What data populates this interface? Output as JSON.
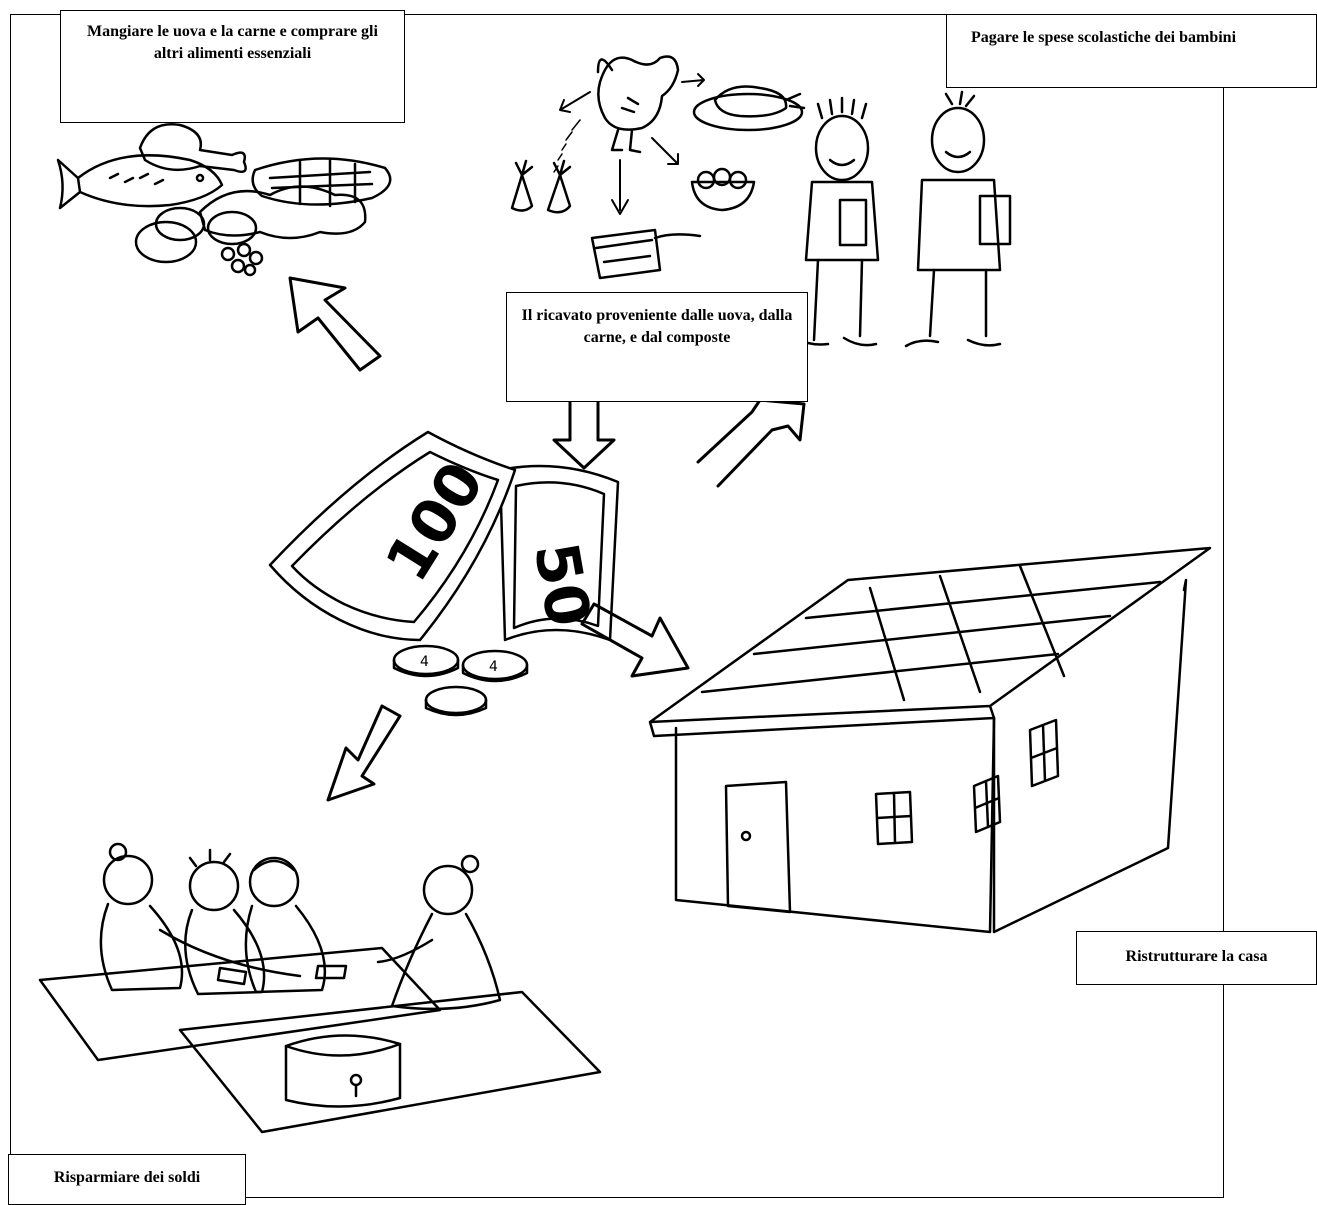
{
  "labels": {
    "food": "Mangiare le uova e la carne e comprare gli altri alimenti essenziali",
    "school_fees": "Pagare le spese scolastiche dei bambini",
    "income": "Il ricavato proveniente dalle uova, dalla carne, e dal composte",
    "house": "Ristrutturare  la casa",
    "savings": "Risparmiare dei soldi"
  },
  "banknotes": [
    "100",
    "50"
  ],
  "coin_marks": [
    "4",
    "4"
  ],
  "colors": {
    "line": "#000000",
    "background": "#ffffff"
  }
}
